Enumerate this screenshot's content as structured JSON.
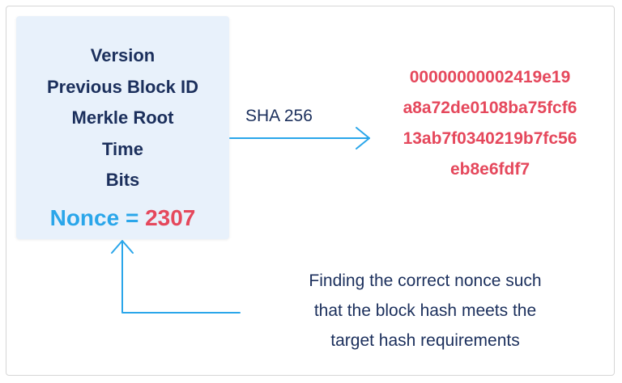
{
  "block_header": {
    "fields": [
      "Version",
      "Previous Block ID",
      "Merkle Root",
      "Time",
      "Bits"
    ],
    "nonce_label": "Nonce = ",
    "nonce_value": "2307"
  },
  "hash_function_label": "SHA 256",
  "hash_output": [
    "00000000002419e19",
    "a8a72de0108ba75fcf6",
    "13ab7f0340219b7fc56",
    "eb8e6fdf7"
  ],
  "caption": [
    "Finding the correct nonce such",
    "that the block hash meets the",
    "target hash requirements"
  ],
  "colors": {
    "box_bg": "#e8f1fb",
    "dark_text": "#1b2f5c",
    "accent_blue": "#2aa6ea",
    "accent_red": "#e5485c"
  }
}
